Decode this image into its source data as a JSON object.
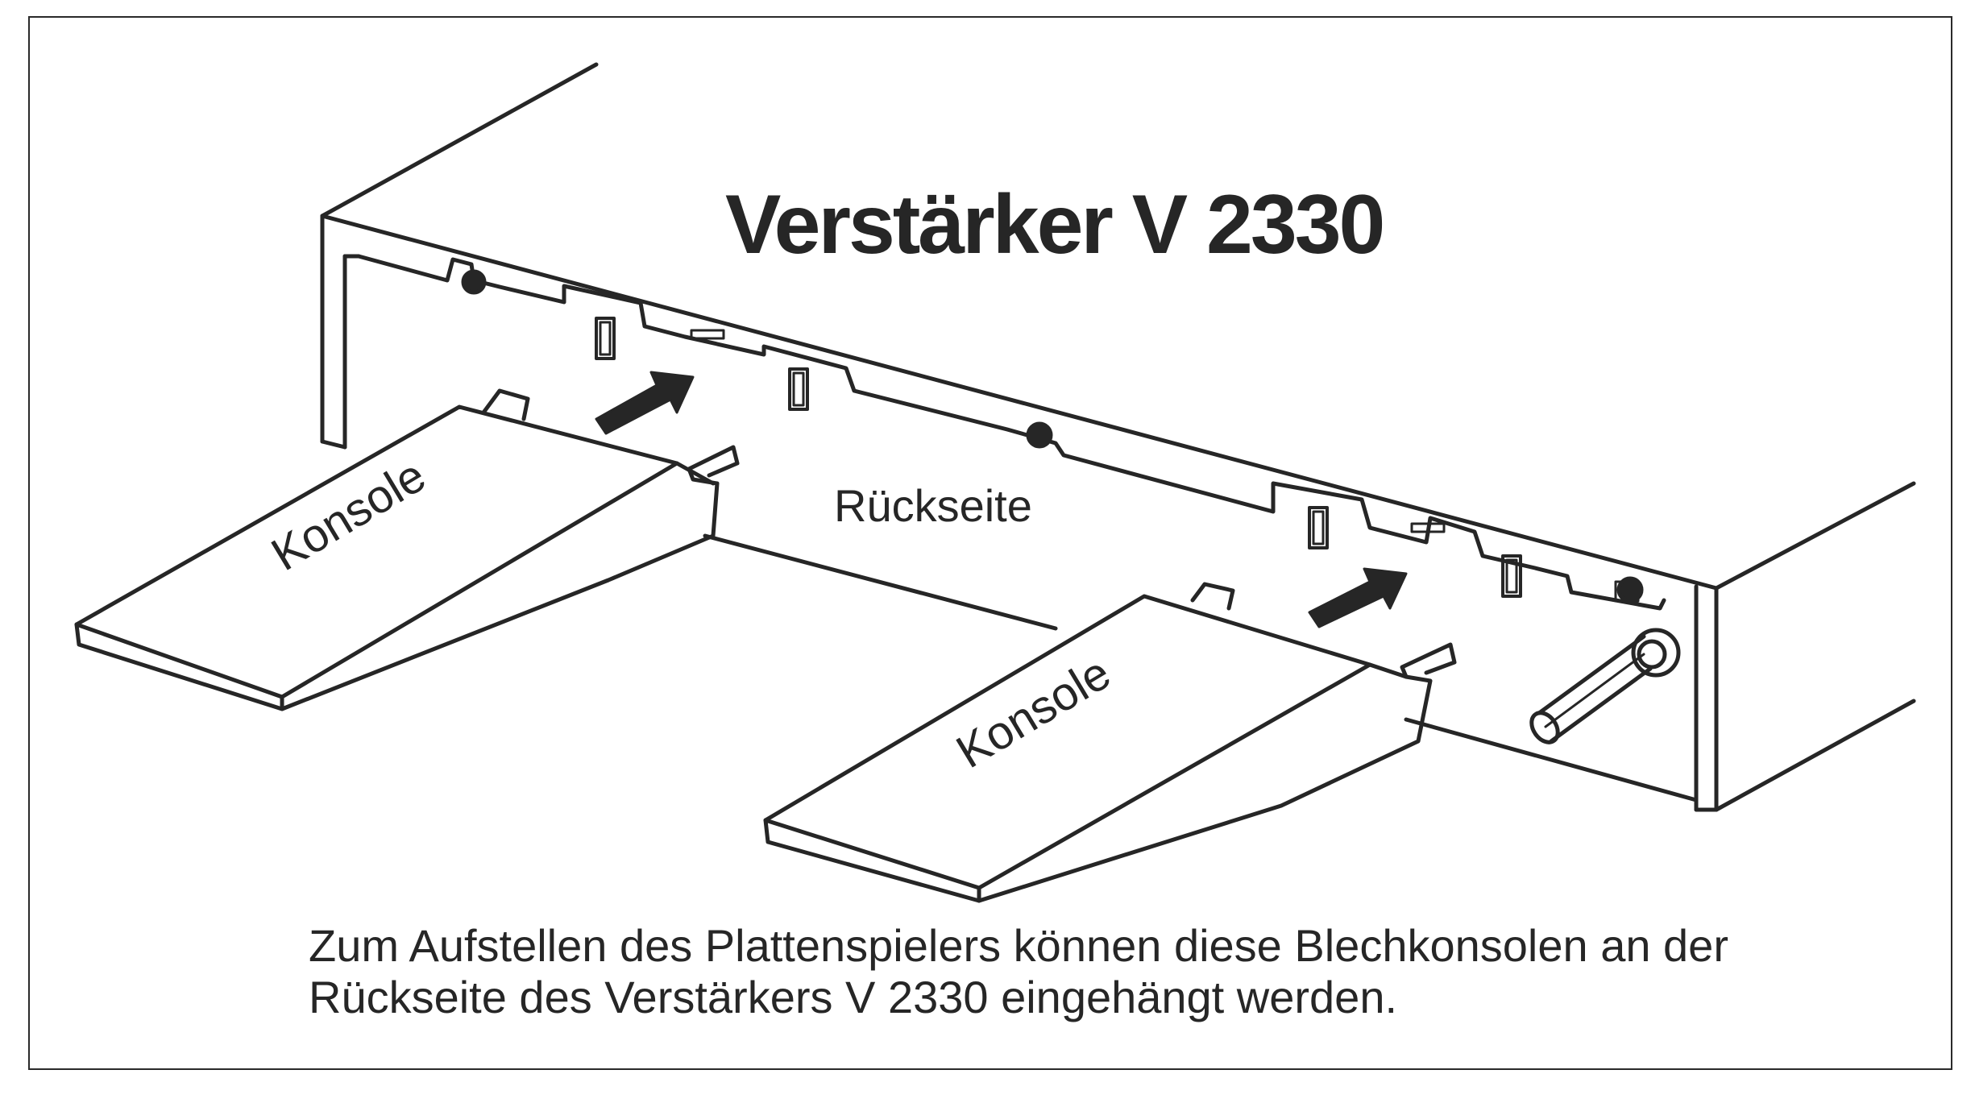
{
  "title": "Verstärker V 2330",
  "labels": {
    "rear": "Rückseite",
    "console_left": "Konsole",
    "console_right": "Konsole"
  },
  "caption": {
    "line1": "Zum Aufstellen des Plattenspielers können diese Blechkonsolen an der",
    "line2": "Rückseite des Verstärkers V 2330 eingehängt werden."
  },
  "colors": {
    "ink": "#262626",
    "paper": "#ffffff"
  }
}
